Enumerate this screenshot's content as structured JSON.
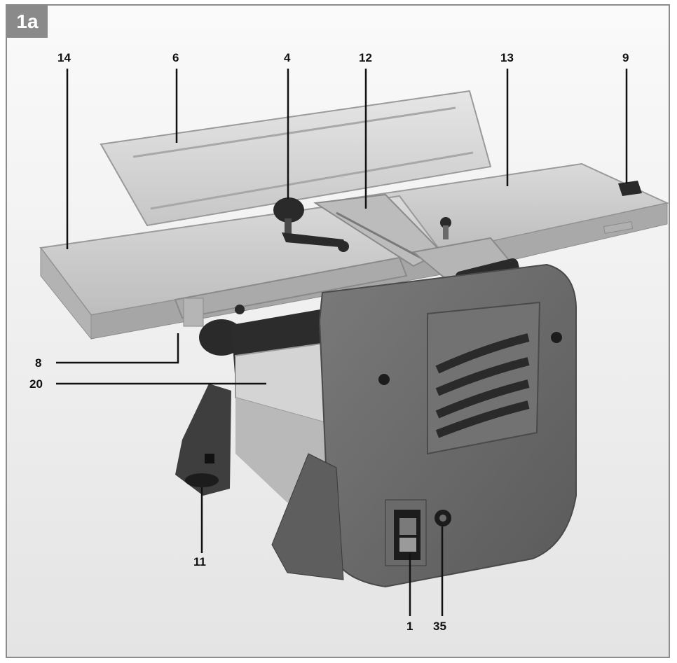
{
  "figure": {
    "tag": "1a"
  },
  "callouts": [
    {
      "id": "14",
      "text": "14"
    },
    {
      "id": "6",
      "text": "6"
    },
    {
      "id": "4",
      "text": "4"
    },
    {
      "id": "12",
      "text": "12"
    },
    {
      "id": "13",
      "text": "13"
    },
    {
      "id": "9",
      "text": "9"
    },
    {
      "id": "8",
      "text": "8"
    },
    {
      "id": "20",
      "text": "20"
    },
    {
      "id": "11",
      "text": "11"
    },
    {
      "id": "1",
      "text": "1"
    },
    {
      "id": "35",
      "text": "35"
    }
  ],
  "colors": {
    "background": "#f2f2f2",
    "table_aluminium": "#c7c7c7",
    "housing_grey": "#6d6d6d",
    "dark_parts": "#2a2a2a",
    "tag_grey": "#8a8a8a"
  }
}
